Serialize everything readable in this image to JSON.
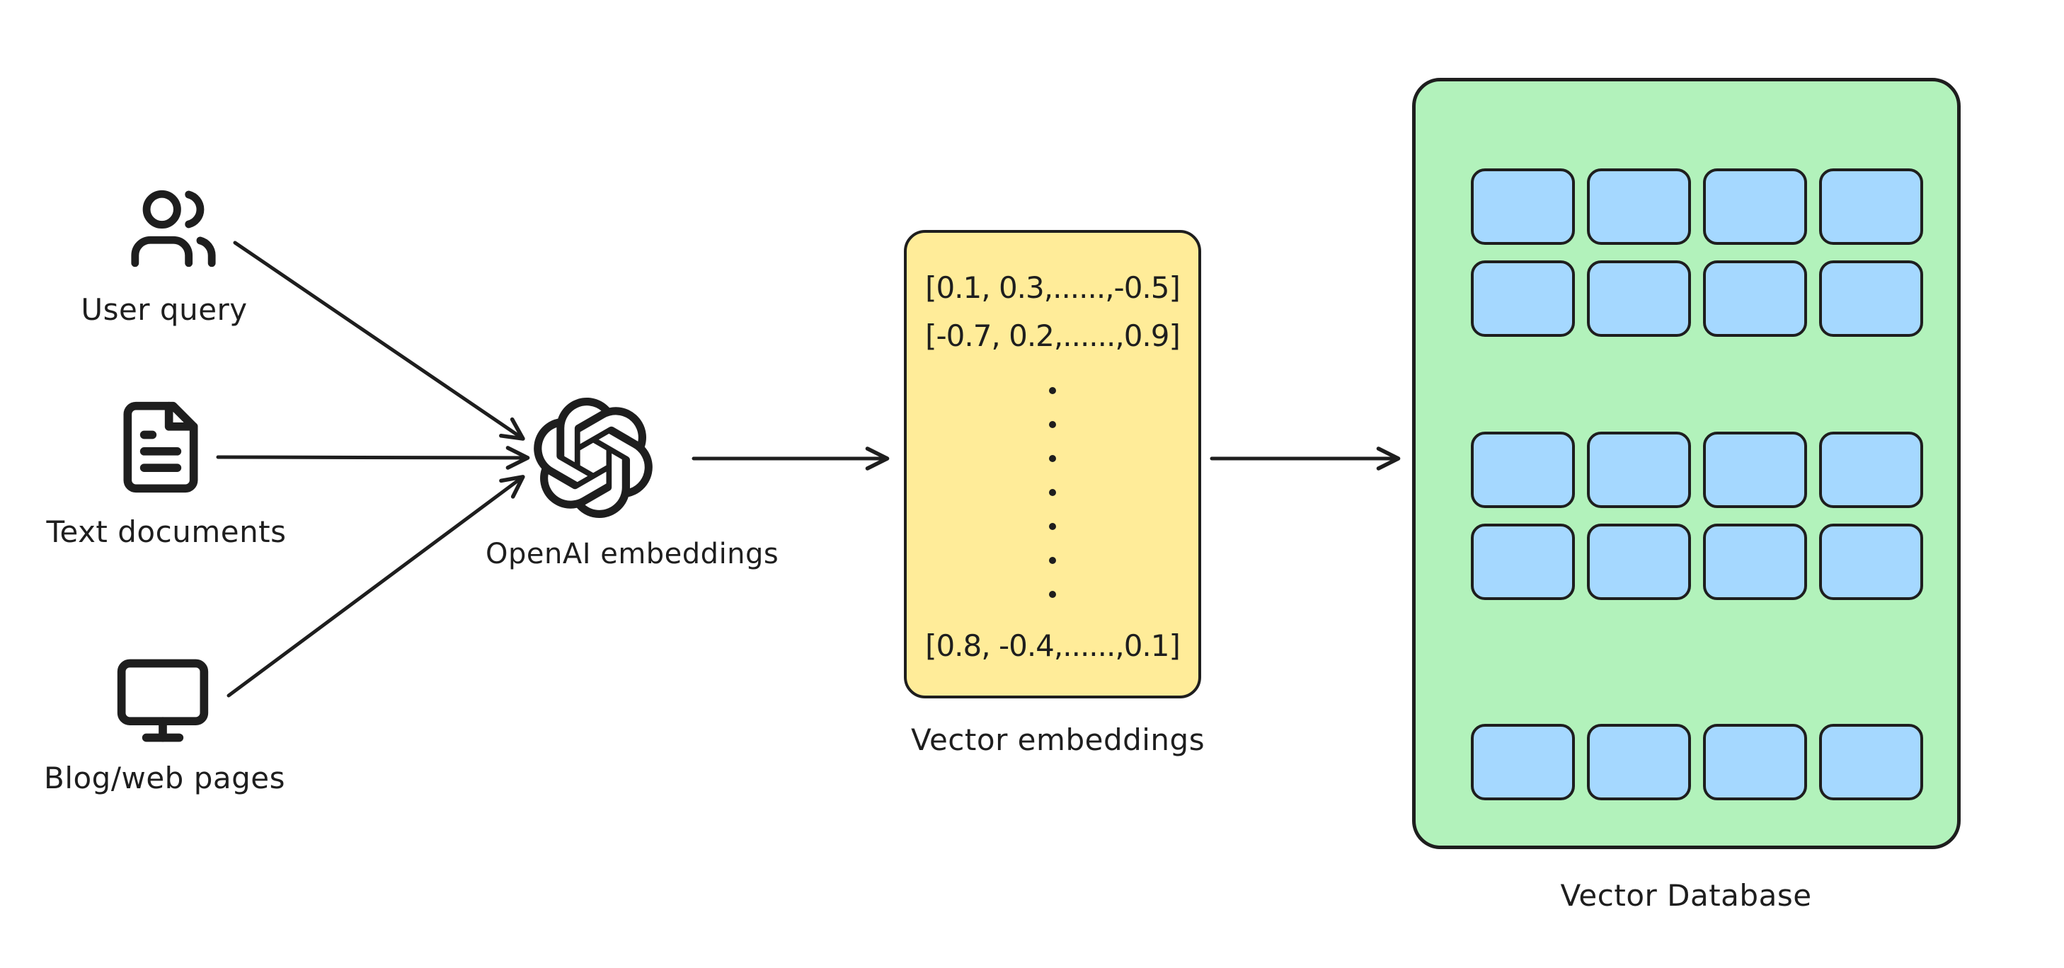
{
  "sources": [
    {
      "id": "user-query",
      "icon": "users-icon",
      "label": "User query"
    },
    {
      "id": "text-documents",
      "icon": "file-text-icon",
      "label": "Text documents"
    },
    {
      "id": "blog-web-pages",
      "icon": "monitor-icon",
      "label": "Blog/web pages"
    }
  ],
  "openai": {
    "icon": "openai-logo-icon",
    "label": "OpenAI embeddings"
  },
  "embeddings_box": {
    "label": "Vector embeddings",
    "rows_top": [
      "[0.1, 0.3,......,-0.5]",
      "[-0.7, 0.2,......,0.9]"
    ],
    "dots_count": 7,
    "bottom_row": "[0.8, -0.4,......,0.1]"
  },
  "database": {
    "label": "Vector Database",
    "columns": 4,
    "row_groups": [
      2,
      2,
      1
    ]
  },
  "colors": {
    "stroke": "#1e1e1e",
    "embeddings_bg": "#ffec99",
    "database_bg": "#b2f2bb",
    "tile_bg": "#a5d8ff",
    "canvas_bg": "#ffffff"
  }
}
